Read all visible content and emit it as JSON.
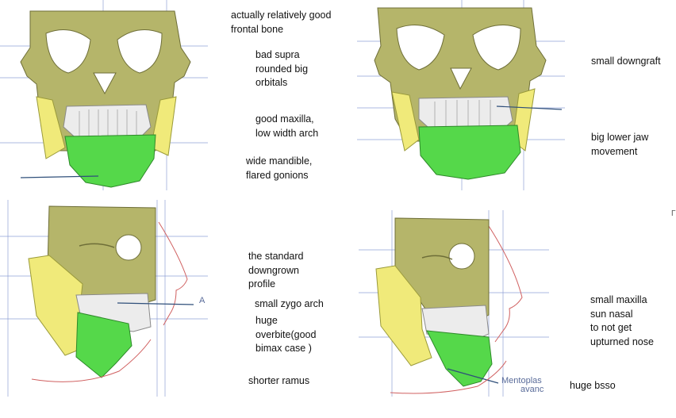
{
  "panels": {
    "frontal_pre": {
      "notes": [
        "actually relatively good\nfrontal bone",
        "bad supra\n rounded big\n orbitals",
        "good maxilla,\nlow width arch",
        "wide mandible,\nflared gonions"
      ]
    },
    "frontal_post": {
      "notes": [
        "small downgraft",
        "big lower jaw\nmovement"
      ]
    },
    "lateral_pre": {
      "overlay_label": "A",
      "notes": [
        "the standard\ndowngrown\nprofile",
        "small zygo arch",
        " huge\n overbite(good\n bimax case )",
        "shorter ramus"
      ]
    },
    "lateral_post": {
      "overlay_label_1": "Mentoplas",
      "overlay_label_2": "avanc",
      "notes": [
        "small maxilla\nsun nasal\nto not get\nupturned nose",
        "huge bsso"
      ]
    }
  },
  "colors": {
    "bone": "#b5b56a",
    "bone_dark": "#6e6e38",
    "mandible": "#55d84a",
    "teeth": "#ececec",
    "ramus": "#f0ea7a",
    "guide_lines": "#8fa0d6"
  }
}
